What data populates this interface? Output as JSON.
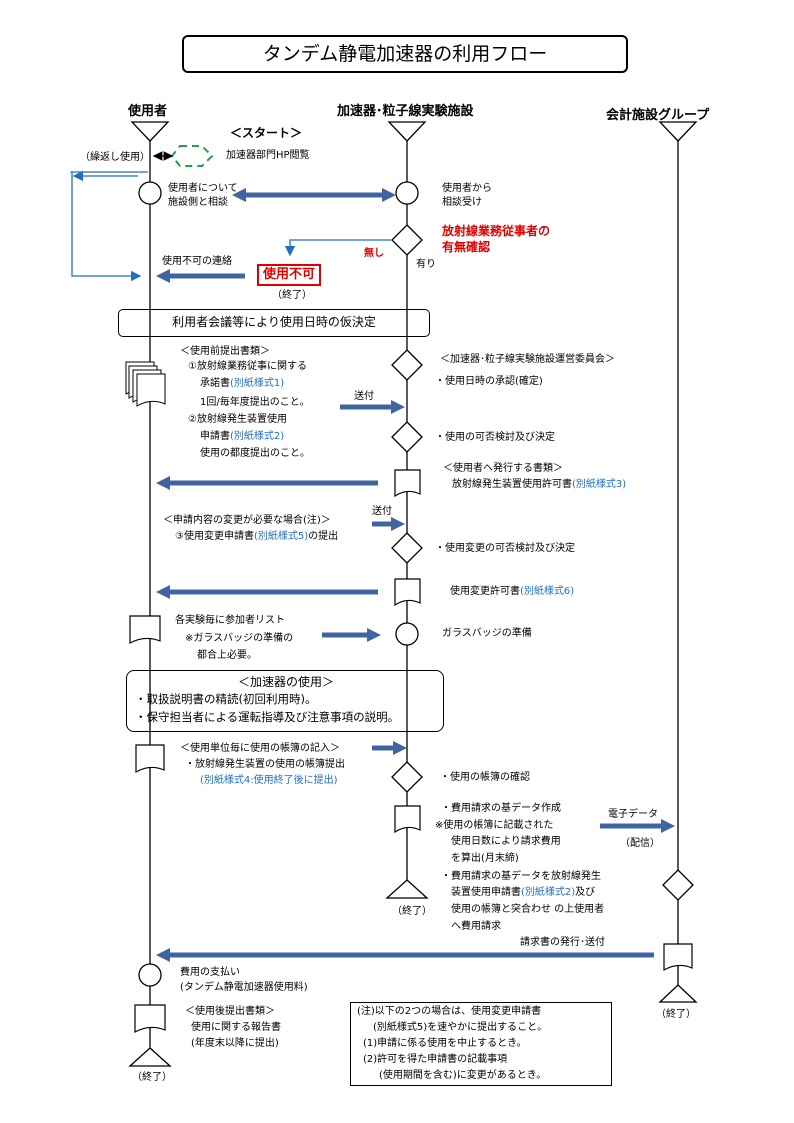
{
  "title": "タンデム静電加速器の利用フロー",
  "columns": {
    "user": "使用者",
    "facility": "加速器･粒子線実験施設",
    "accounting": "会計施設グループ"
  },
  "start": "＜スタート＞",
  "repeat": "（繰返し使用）",
  "hp": "加速器部門HP閲覧",
  "consult_user": [
    "使用者について",
    "施設側と相談"
  ],
  "consult_facility": [
    "使用者から",
    "相談受け"
  ],
  "radiation_check": [
    "放射線業務従事者の",
    "有無確認"
  ],
  "none_label": "無し",
  "yes_label": "有り",
  "not_available_notice": "使用不可の連絡",
  "not_available": "使用不可",
  "end": "（終了）",
  "decision_bar": "利用者会議等により使用日時の仮決定",
  "pre_docs": {
    "heading": "＜使用前提出書類＞",
    "l1": "①放射線業務従事に関する",
    "l2a": "承諾書",
    "l2b": "(別紙様式1)",
    "l3": "1回/毎年度提出のこと。",
    "l4": "②放射線発生装置使用",
    "l5a": "申請書",
    "l5b": "(別紙様式2)",
    "l6": "使用の都度提出のこと。"
  },
  "send": "送付",
  "committee": "＜加速器･粒子線実験施設運営委員会＞",
  "approval": "・使用日時の承認(確定)",
  "feasibility": "・使用の可否検討及び決定",
  "issued_docs": {
    "heading": "＜使用者へ発行する書類＞",
    "l1a": "放射線発生装置使用許可書",
    "l1b": "(別紙様式3)"
  },
  "change": {
    "l1": "＜申請内容の変更が必要な場合(注)＞",
    "l2a": "③使用変更申請書",
    "l2b": "(別紙様式5)",
    "l2c": "の提出"
  },
  "change_feasibility": "・使用変更の可否検討及び決定",
  "change_permit": {
    "a": "使用変更許可書",
    "b": "(別紙様式6)"
  },
  "participants": [
    "各実験毎に参加者リスト",
    "※ガラスバッジの準備の",
    "都合上必要。"
  ],
  "glass_badge": "ガラスバッジの準備",
  "use_box": [
    "＜加速器の使用＞",
    "・取扱説明書の精読(初回利用時)。",
    "・保守担当者による運転指導及び注意事項の説明。"
  ],
  "logbook": {
    "l1": "＜使用単位毎に使用の帳簿の記入＞",
    "l2": "・放射線発生装置の使用の帳簿提出",
    "l3a": "(別紙様式4:",
    "l3b": "使用終了後に提出)"
  },
  "logbook_check": "・使用の帳簿の確認",
  "billing": {
    "l1": "・費用請求の基データ作成",
    "l2": "※使用の帳簿に記載された",
    "l3": "使用日数により請求費用",
    "l4": "を算出(月末締)",
    "l5": "・費用請求の基データを放射線発生",
    "l6a": "装置使用申請書",
    "l6b": "(別紙様式2)",
    "l6c": "及び",
    "l7": "使用の帳簿と突合わせ の上使用者",
    "l8": "へ費用請求"
  },
  "electronic": "電子データ",
  "delivery": "（配信）",
  "invoice": "請求書の発行･送付",
  "payment": [
    "費用の支払い",
    "(タンデム静電加速器使用料)"
  ],
  "post_docs": [
    "＜使用後提出書類＞",
    "使用に関する報告書",
    "(年度末以降に提出)"
  ],
  "note": [
    "(注)以下の2つの場合は、使用変更申請書",
    "(別紙様式5)を速やかに提出すること。",
    "(1)申請に係る使用を中止するとき。",
    "(2)許可を得た申請書の記載事項",
    "(使用期間を含む)に変更があるとき。"
  ],
  "colors": {
    "arrow": "#3f64a0",
    "line_blue": "#1f6fbf",
    "accent_red": "#e00000",
    "hp_green": "#22a04a"
  }
}
